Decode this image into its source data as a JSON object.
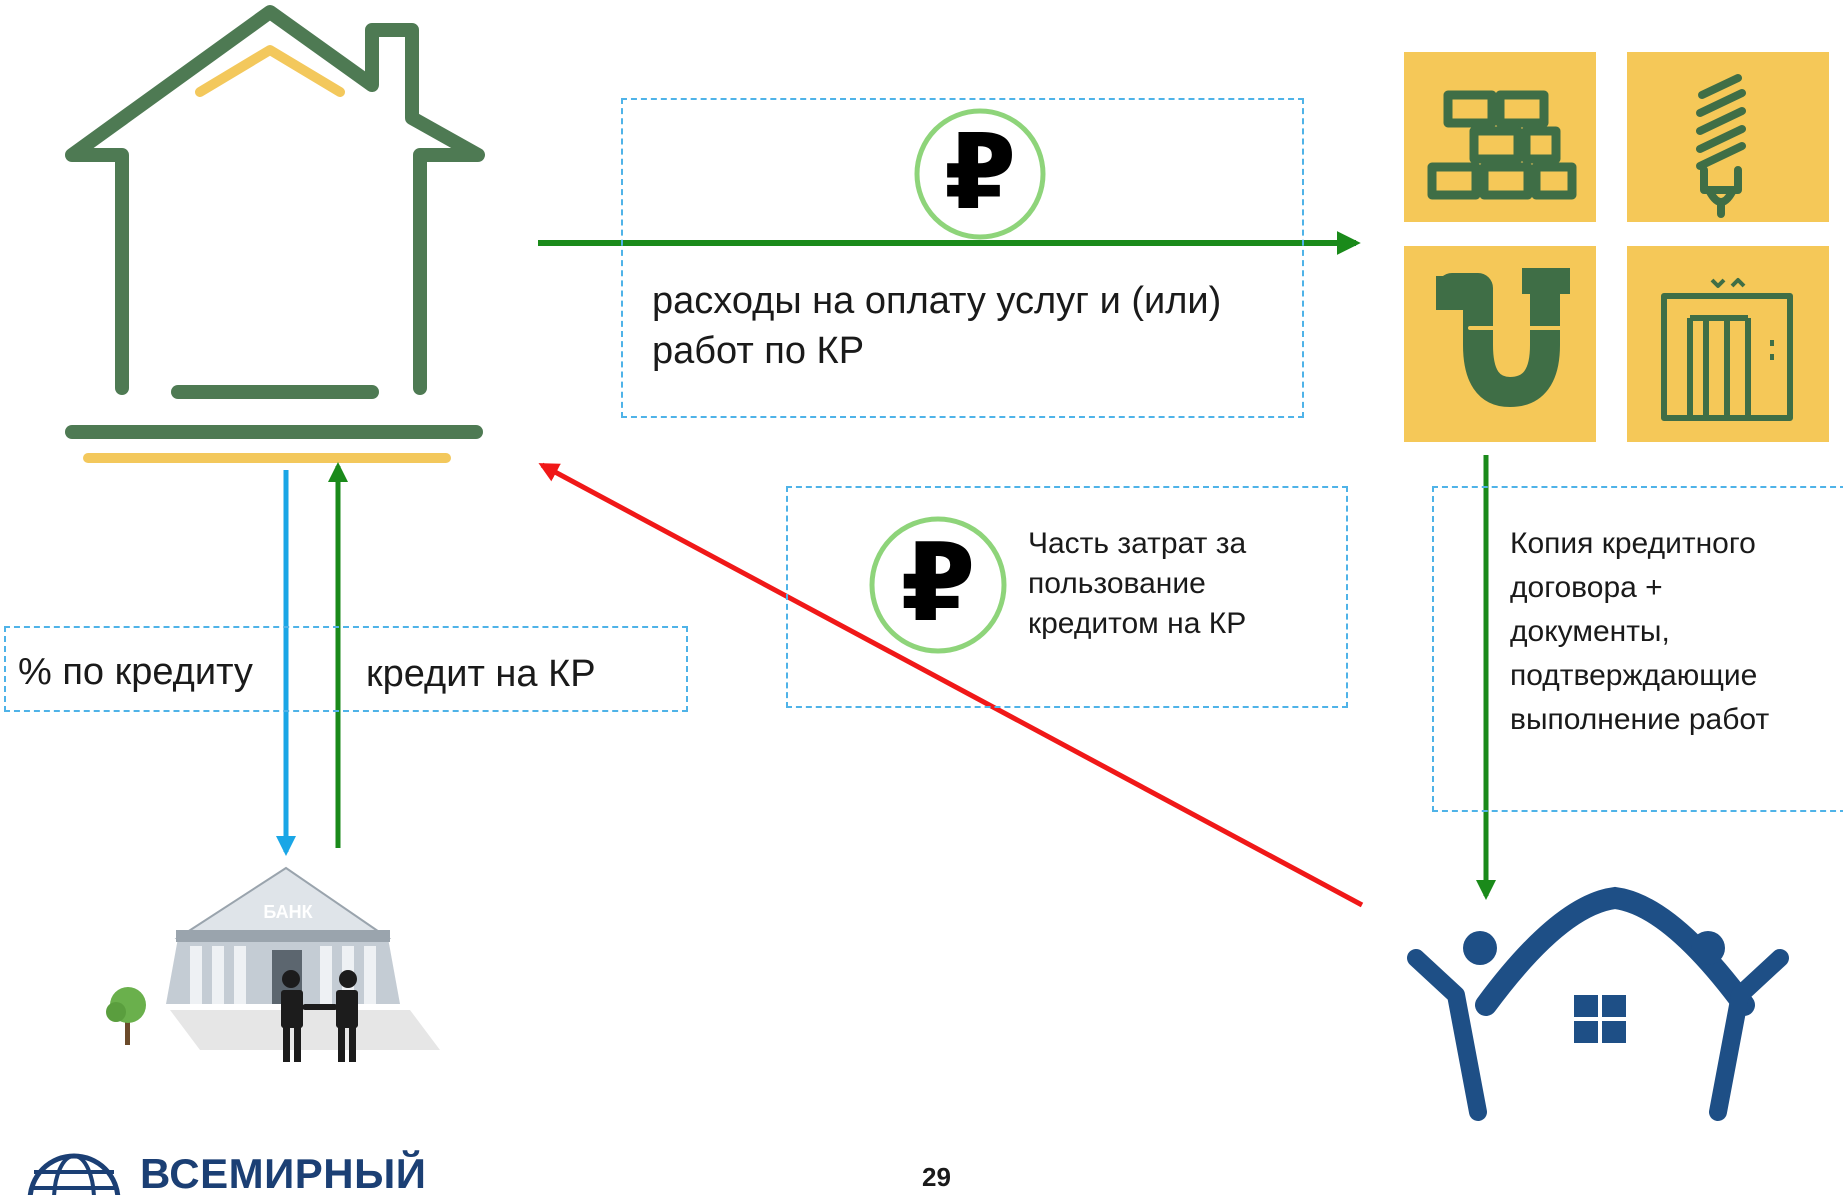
{
  "texts": {
    "payment_label": "расходы на оплату услуг и (или) работ по КР",
    "reimbursement_label": "Часть затрат за пользование кредитом на КР",
    "interest_label": "% по кредиту",
    "credit_label": "кредит на КР",
    "documents_label": "Копия кредитного договора + документы, подтверждающие выполнение работ",
    "bank_sign": "БАНК",
    "logo_text": "ВСЕМИРНЫЙ БАНК",
    "page_number": "29",
    "ruble_symbol": "₽"
  },
  "colors": {
    "house_green": "#4e7a53",
    "house_yellow": "#f3c85c",
    "tile_bg": "#f5c858",
    "icon_green": "#3f6e46",
    "arrow_green": "#1a8a1a",
    "arrow_blue": "#1aa6e6",
    "arrow_red": "#f01818",
    "dash_blue": "#4fb3e8",
    "logo_blue": "#1b3f74",
    "fund_blue": "#1e4f86"
  },
  "icons": {
    "house": "house-outline-icon",
    "repair_tiles": [
      "brick-wall-icon",
      "light-bulb-icon",
      "pipe-icon",
      "elevator-icon"
    ],
    "bank": "bank-building-icon",
    "fund": "people-house-logo-icon",
    "ruble": "ruble-coin-icon"
  }
}
